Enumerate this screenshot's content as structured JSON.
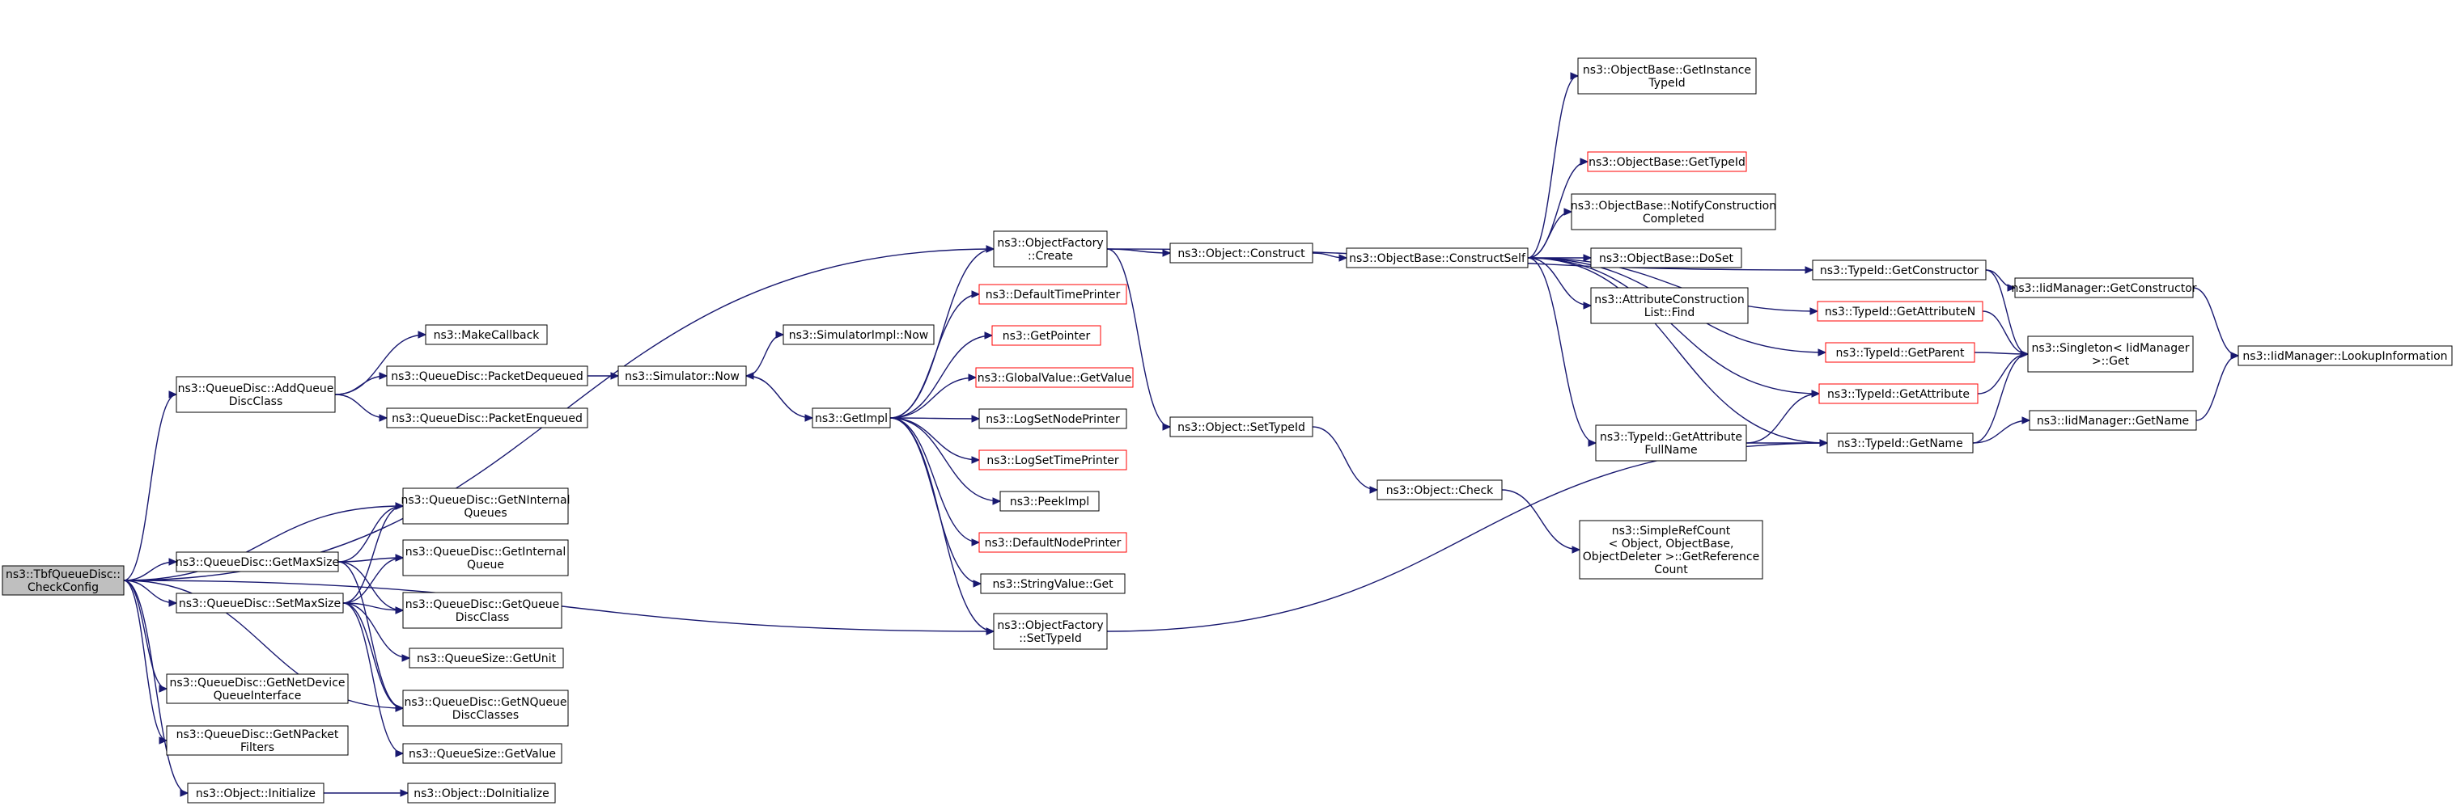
{
  "nodes": {
    "root": [
      "ns3::TbfQueueDisc::",
      "CheckConfig"
    ],
    "addQueueDiscClass": [
      "ns3::QueueDisc::AddQueue",
      "DiscClass"
    ],
    "getMaxSize": [
      "ns3::QueueDisc::GetMaxSize"
    ],
    "setMaxSize": [
      "ns3::QueueDisc::SetMaxSize"
    ],
    "getNetDeviceQueueInterface": [
      "ns3::QueueDisc::GetNetDevice",
      "QueueInterface"
    ],
    "getNPacketFilters": [
      "ns3::QueueDisc::GetNPacket",
      "Filters"
    ],
    "objectInitialize": [
      "ns3::Object::Initialize"
    ],
    "makeCallback": [
      "ns3::MakeCallback"
    ],
    "packetDequeued": [
      "ns3::QueueDisc::PacketDequeued"
    ],
    "packetEnqueued": [
      "ns3::QueueDisc::PacketEnqueued"
    ],
    "getNInternalQueues": [
      "ns3::QueueDisc::GetNInternal",
      "Queues"
    ],
    "getInternalQueue": [
      "ns3::QueueDisc::GetInternal",
      "Queue"
    ],
    "getQueueDiscClass": [
      "ns3::QueueDisc::GetQueue",
      "DiscClass"
    ],
    "queueSizeGetUnit": [
      "ns3::QueueSize::GetUnit"
    ],
    "getNQueueDiscClasses": [
      "ns3::QueueDisc::GetNQueue",
      "DiscClasses"
    ],
    "queueSizeGetValue": [
      "ns3::QueueSize::GetValue"
    ],
    "doInitialize": [
      "ns3::Object::DoInitialize"
    ],
    "simulatorNow": [
      "ns3::Simulator::Now"
    ],
    "simulatorImplNow": [
      "ns3::SimulatorImpl::Now"
    ],
    "getImpl": [
      "ns3::GetImpl"
    ],
    "objectFactoryCreate": [
      "ns3::ObjectFactory",
      "::Create"
    ],
    "defaultTimePrinter": [
      "ns3::DefaultTimePrinter"
    ],
    "getPointer": [
      "ns3::GetPointer"
    ],
    "globalValueGetValue": [
      "ns3::GlobalValue::GetValue"
    ],
    "logSetNodePrinter": [
      "ns3::LogSetNodePrinter"
    ],
    "logSetTimePrinter": [
      "ns3::LogSetTimePrinter"
    ],
    "peekImpl": [
      "ns3::PeekImpl"
    ],
    "defaultNodePrinter": [
      "ns3::DefaultNodePrinter"
    ],
    "stringValueGet": [
      "ns3::StringValue::Get"
    ],
    "objectFactorySetTypeId": [
      "ns3::ObjectFactory",
      "::SetTypeId"
    ],
    "objectConstruct": [
      "ns3::Object::Construct"
    ],
    "objectSetTypeId": [
      "ns3::Object::SetTypeId"
    ],
    "objectCheck": [
      "ns3::Object::Check"
    ],
    "constructSelf": [
      "ns3::ObjectBase::ConstructSelf"
    ],
    "getInstanceTypeId": [
      "ns3::ObjectBase::GetInstance",
      "TypeId"
    ],
    "objectBaseGetTypeId": [
      "ns3::ObjectBase::GetTypeId"
    ],
    "notifyConstructionCompleted": [
      "ns3::ObjectBase::NotifyConstruction",
      "Completed"
    ],
    "doSet": [
      "ns3::ObjectBase::DoSet"
    ],
    "attributeConstructionListFind": [
      "ns3::AttributeConstruction",
      "List::Find"
    ],
    "getAttributeFullName": [
      "ns3::TypeId::GetAttribute",
      "FullName"
    ],
    "simpleRefCount": [
      "ns3::SimpleRefCount",
      "< Object, ObjectBase,",
      "ObjectDeleter >::GetReference",
      "Count"
    ],
    "typeIdGetConstructor": [
      "ns3::TypeId::GetConstructor"
    ],
    "typeIdGetAttributeN": [
      "ns3::TypeId::GetAttributeN"
    ],
    "typeIdGetParent": [
      "ns3::TypeId::GetParent"
    ],
    "typeIdGetAttribute": [
      "ns3::TypeId::GetAttribute"
    ],
    "typeIdGetName": [
      "ns3::TypeId::GetName"
    ],
    "iidManagerGetConstructor": [
      "ns3::IidManager::GetConstructor"
    ],
    "singletonGet": [
      "ns3::Singleton< IidManager",
      ">::Get"
    ],
    "iidManagerGetName": [
      "ns3::IidManager::GetName"
    ],
    "lookupInformation": [
      "ns3::IidManager::LookupInformation"
    ]
  },
  "colors": {
    "edge": "#191970",
    "root_fill": "#bfbfbf",
    "border": "#000000",
    "external_border": "#ff0000"
  },
  "edges": [
    [
      "root",
      "objectFactoryCreate"
    ],
    [
      "root",
      "addQueueDiscClass"
    ],
    [
      "root",
      "getNInternalQueues"
    ],
    [
      "root",
      "objectFactorySetTypeId"
    ],
    [
      "root",
      "getMaxSize"
    ],
    [
      "root",
      "setMaxSize"
    ],
    [
      "root",
      "getNQueueDiscClasses"
    ],
    [
      "root",
      "getNetDeviceQueueInterface"
    ],
    [
      "root",
      "getNPacketFilters"
    ],
    [
      "root",
      "objectInitialize"
    ],
    [
      "addQueueDiscClass",
      "makeCallback"
    ],
    [
      "addQueueDiscClass",
      "packetDequeued"
    ],
    [
      "addQueueDiscClass",
      "packetEnqueued"
    ],
    [
      "packetDequeued",
      "simulatorNow"
    ],
    [
      "simulatorNow",
      "simulatorImplNow"
    ],
    [
      "simulatorNow",
      "getImpl"
    ],
    [
      "getImpl",
      "simulatorNow"
    ],
    [
      "getImpl",
      "objectFactoryCreate"
    ],
    [
      "getImpl",
      "defaultTimePrinter"
    ],
    [
      "getImpl",
      "getPointer"
    ],
    [
      "getImpl",
      "globalValueGetValue"
    ],
    [
      "getImpl",
      "logSetNodePrinter"
    ],
    [
      "getImpl",
      "logSetTimePrinter"
    ],
    [
      "getImpl",
      "peekImpl"
    ],
    [
      "getImpl",
      "defaultNodePrinter"
    ],
    [
      "getImpl",
      "stringValueGet"
    ],
    [
      "getImpl",
      "objectFactorySetTypeId"
    ],
    [
      "getMaxSize",
      "getNInternalQueues"
    ],
    [
      "getMaxSize",
      "getInternalQueue"
    ],
    [
      "getMaxSize",
      "getQueueDiscClass"
    ],
    [
      "getMaxSize",
      "getNQueueDiscClasses"
    ],
    [
      "setMaxSize",
      "getNInternalQueues"
    ],
    [
      "setMaxSize",
      "getInternalQueue"
    ],
    [
      "setMaxSize",
      "getQueueDiscClass"
    ],
    [
      "setMaxSize",
      "queueSizeGetUnit"
    ],
    [
      "setMaxSize",
      "getNQueueDiscClasses"
    ],
    [
      "setMaxSize",
      "queueSizeGetValue"
    ],
    [
      "objectInitialize",
      "doInitialize"
    ],
    [
      "objectFactoryCreate",
      "objectConstruct"
    ],
    [
      "objectFactoryCreate",
      "objectSetTypeId"
    ],
    [
      "objectFactoryCreate",
      "typeIdGetConstructor"
    ],
    [
      "objectConstruct",
      "constructSelf"
    ],
    [
      "objectSetTypeId",
      "objectCheck"
    ],
    [
      "objectCheck",
      "simpleRefCount"
    ],
    [
      "objectFactorySetTypeId",
      "typeIdGetName"
    ],
    [
      "constructSelf",
      "getInstanceTypeId"
    ],
    [
      "constructSelf",
      "objectBaseGetTypeId"
    ],
    [
      "constructSelf",
      "notifyConstructionCompleted"
    ],
    [
      "constructSelf",
      "doSet"
    ],
    [
      "constructSelf",
      "attributeConstructionListFind"
    ],
    [
      "constructSelf",
      "typeIdGetAttributeN"
    ],
    [
      "constructSelf",
      "typeIdGetParent"
    ],
    [
      "constructSelf",
      "typeIdGetAttribute"
    ],
    [
      "constructSelf",
      "getAttributeFullName"
    ],
    [
      "constructSelf",
      "typeIdGetName"
    ],
    [
      "getAttributeFullName",
      "typeIdGetAttribute"
    ],
    [
      "getAttributeFullName",
      "typeIdGetName"
    ],
    [
      "typeIdGetConstructor",
      "iidManagerGetConstructor"
    ],
    [
      "typeIdGetConstructor",
      "singletonGet"
    ],
    [
      "typeIdGetAttributeN",
      "singletonGet"
    ],
    [
      "typeIdGetParent",
      "singletonGet"
    ],
    [
      "typeIdGetAttribute",
      "singletonGet"
    ],
    [
      "typeIdGetName",
      "singletonGet"
    ],
    [
      "typeIdGetName",
      "iidManagerGetName"
    ],
    [
      "iidManagerGetConstructor",
      "lookupInformation"
    ],
    [
      "iidManagerGetName",
      "lookupInformation"
    ]
  ]
}
